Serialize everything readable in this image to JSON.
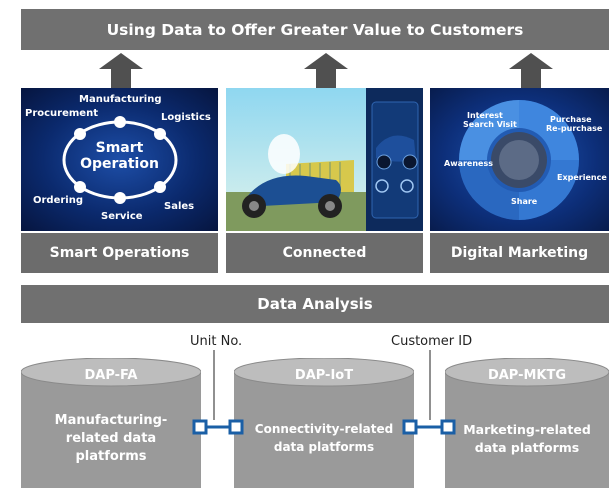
{
  "header": {
    "title": "Using Data to Offer Greater Value to Customers"
  },
  "panels": [
    {
      "label": "Smart Operations",
      "center": {
        "line1": "Smart",
        "line2": "Operation"
      },
      "nodes": [
        "Manufacturing",
        "Procurement",
        "Logistics",
        "Ordering",
        "Sales",
        "Service"
      ]
    },
    {
      "label": "Connected"
    },
    {
      "label": "Digital Marketing",
      "stages": {
        "interest": {
          "line1": "Interest",
          "line2": "Search Visit"
        },
        "purchase": {
          "line1": "Purchase",
          "line2": "Re-purchase"
        },
        "awareness": "Awareness",
        "experience": "Experience",
        "share": "Share"
      }
    }
  ],
  "analysis": {
    "title": "Data Analysis"
  },
  "keys": {
    "unit_no": "Unit No.",
    "customer_id": "Customer ID"
  },
  "platforms": [
    {
      "name": "DAP-FA",
      "desc": [
        "Manufacturing-",
        "related data",
        "platforms"
      ]
    },
    {
      "name": "DAP-IoT",
      "desc": [
        "Connectivity-related",
        "data platforms"
      ]
    },
    {
      "name": "DAP-MKTG",
      "desc": [
        "Marketing-related",
        "data platforms"
      ]
    }
  ],
  "colors": {
    "bar": "#707070",
    "cylinder": "#9a9a9a",
    "cylinder_top": "#bdbdbd",
    "link": "#1a5fa6",
    "panel_dark": "#0a1a4f"
  }
}
